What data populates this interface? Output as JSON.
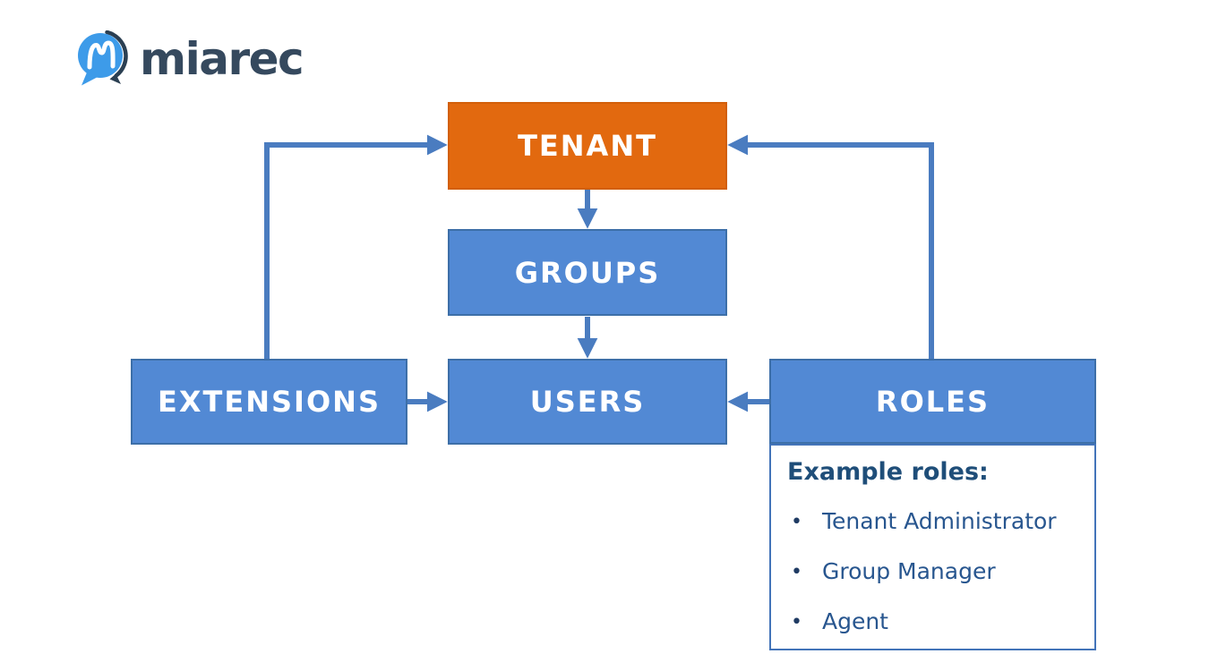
{
  "logo": {
    "brand": "miarec"
  },
  "diagram": {
    "nodes": [
      {
        "id": "tenant",
        "label": "TENANT",
        "color": "#E2690F"
      },
      {
        "id": "groups",
        "label": "GROUPS",
        "color": "#5289D4"
      },
      {
        "id": "users",
        "label": "USERS",
        "color": "#5289D4"
      },
      {
        "id": "extensions",
        "label": "EXTENSIONS",
        "color": "#5289D4"
      },
      {
        "id": "roles",
        "label": "ROLES",
        "color": "#5289D4"
      }
    ],
    "edges": [
      {
        "from": "extensions",
        "to": "tenant"
      },
      {
        "from": "roles",
        "to": "tenant"
      },
      {
        "from": "tenant",
        "to": "groups"
      },
      {
        "from": "groups",
        "to": "users"
      },
      {
        "from": "extensions",
        "to": "users"
      },
      {
        "from": "roles",
        "to": "users"
      }
    ],
    "colors": {
      "node_blue": "#5289D4",
      "node_blue_border": "#3D6FA8",
      "node_orange": "#E2690F",
      "arrow": "#4A7CC0",
      "logo_text": "#35495E",
      "logo_icon_blue": "#3D9BE9",
      "logo_icon_dark": "#2B3F52",
      "panel_border": "#4374B9",
      "panel_heading_color": "#1F4E79",
      "panel_text_color": "#28568F"
    }
  },
  "roles_panel": {
    "heading": "Example roles:",
    "items": [
      "Tenant Administrator",
      "Group Manager",
      "Agent"
    ],
    "bullet": "•"
  }
}
